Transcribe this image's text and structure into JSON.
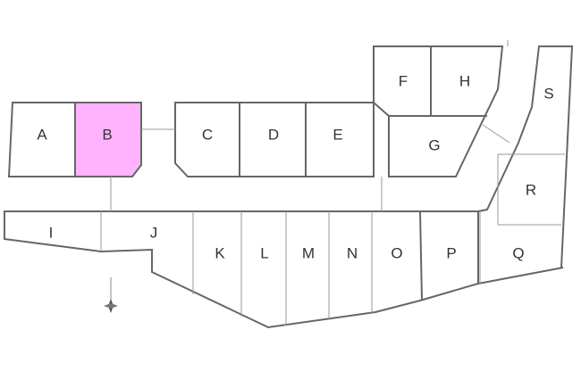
{
  "lots": [
    {
      "id": "A",
      "label": "A",
      "highlighted": false
    },
    {
      "id": "B",
      "label": "B",
      "highlighted": true
    },
    {
      "id": "C",
      "label": "C",
      "highlighted": false
    },
    {
      "id": "D",
      "label": "D",
      "highlighted": false
    },
    {
      "id": "E",
      "label": "E",
      "highlighted": false
    },
    {
      "id": "F",
      "label": "F",
      "highlighted": false
    },
    {
      "id": "H",
      "label": "H",
      "highlighted": false
    },
    {
      "id": "G",
      "label": "G",
      "highlighted": false
    },
    {
      "id": "S",
      "label": "S",
      "highlighted": false
    },
    {
      "id": "R",
      "label": "R",
      "highlighted": false
    },
    {
      "id": "I",
      "label": "I",
      "highlighted": false
    },
    {
      "id": "J",
      "label": "J",
      "highlighted": false
    },
    {
      "id": "K",
      "label": "K",
      "highlighted": false
    },
    {
      "id": "L",
      "label": "L",
      "highlighted": false
    },
    {
      "id": "M",
      "label": "M",
      "highlighted": false
    },
    {
      "id": "N",
      "label": "N",
      "highlighted": false
    },
    {
      "id": "O",
      "label": "O",
      "highlighted": false
    },
    {
      "id": "P",
      "label": "P",
      "highlighted": false
    },
    {
      "id": "Q",
      "label": "Q",
      "highlighted": false
    }
  ],
  "colors": {
    "highlight": "#ffb3ff",
    "line": "#666666"
  }
}
